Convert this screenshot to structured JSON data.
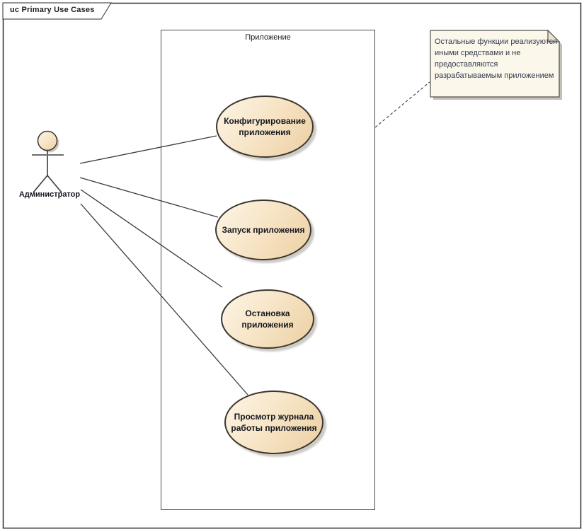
{
  "frame": {
    "label": "uc Primary Use Cases"
  },
  "system_boundary": {
    "label": "Приложение"
  },
  "actor": {
    "label": "Администратор"
  },
  "use_cases": [
    {
      "label": "Конфигурирование приложения"
    },
    {
      "label": "Запуск приложения"
    },
    {
      "label": "Остановка приложения"
    },
    {
      "label": "Просмотр журнала работы приложения"
    }
  ],
  "note": {
    "text": "Остальные функции реализуются иными средствами и не предоставляются разрабатываемым приложением"
  },
  "colors": {
    "ellipse_fill_light": "#FDF5E6",
    "ellipse_fill_dark": "#ECCFA2",
    "shape_border": "#3B372F",
    "connector": "#3A3A3A",
    "note_fill": "#FBF7EA",
    "note_fold": "#E9E3D2",
    "note_text": "#333B4F",
    "shadow": "#C8C4BC",
    "frame_border": "#2E2E2E"
  }
}
